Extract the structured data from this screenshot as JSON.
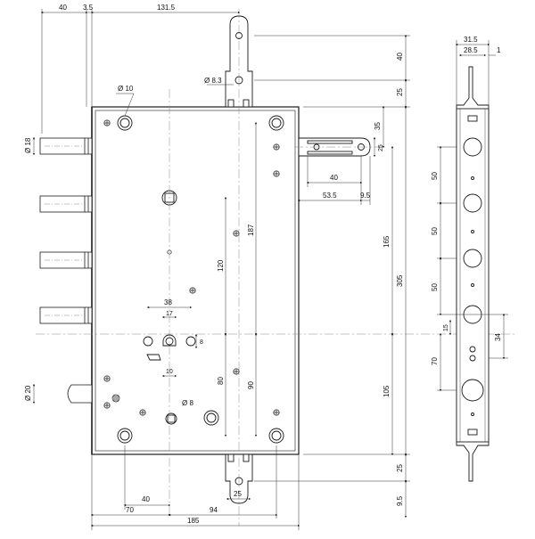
{
  "dimensions": {
    "top_40": "40",
    "top_3_5": "3.5",
    "top_131_5": "131.5",
    "dia_8_3": "Ø 8.3",
    "dia_10_top": "Ø 10",
    "right_40": "40",
    "right_25_top": "25",
    "right_35": "35",
    "right_165": "165",
    "right_305": "305",
    "right_105": "105",
    "right_25_bottom": "25",
    "right_9_5": "9.5",
    "bolt_40": "40",
    "bolt_53_5": "53.5",
    "bolt_9_5": "9.5",
    "bolt_25": "25",
    "dia_18": "Ø 18",
    "dia_20": "Ø 20",
    "dim_187": "187",
    "dim_120": "120",
    "dim_80": "80",
    "dim_90": "90",
    "dim_38": "38",
    "dim_17": "17",
    "dim_8": "8",
    "dim_10": "10",
    "dia_8": "Ø 8",
    "bottom_40": "40",
    "bottom_25": "25",
    "bottom_70": "70",
    "bottom_94": "94",
    "bottom_185": "185",
    "side_31_5": "31.5",
    "side_28_5": "28.5",
    "side_1": "1",
    "side_50a": "50",
    "side_50b": "50",
    "side_50c": "50",
    "side_15": "15",
    "side_70": "70",
    "side_34": "34"
  },
  "colors": {
    "line": "#1a1a1a",
    "thin": "#333333",
    "center": "#888888",
    "hatch": "#555555"
  }
}
